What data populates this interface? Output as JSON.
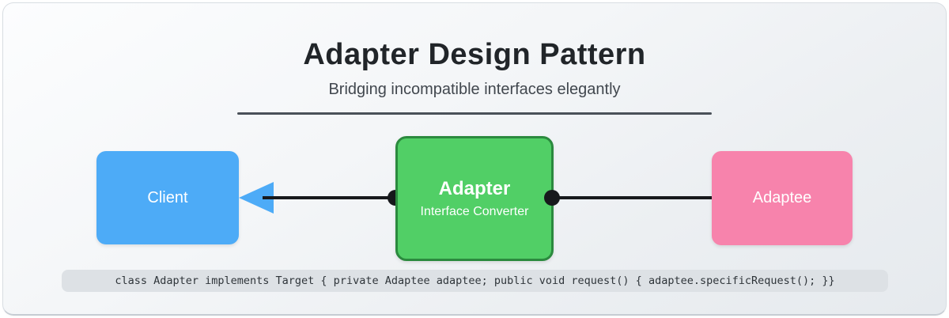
{
  "header": {
    "title": "Adapter Design Pattern",
    "subtitle": "Bridging incompatible interfaces elegantly"
  },
  "diagram": {
    "nodes": [
      {
        "id": "client",
        "label": "Client",
        "fill": "#4dabf7"
      },
      {
        "id": "adapter",
        "label": "Adapter",
        "sublabel": "Interface Converter",
        "fill": "#51cf66",
        "border": "#2b8a3e"
      },
      {
        "id": "adaptee",
        "label": "Adaptee",
        "fill": "#f783ac"
      }
    ],
    "edges": [
      {
        "from": "adapter",
        "to": "client",
        "style": "line-with-arrowhead-and-dot",
        "arrow_color": "#4dabf7"
      },
      {
        "from": "adapter",
        "to": "adaptee",
        "style": "line-with-dot"
      }
    ],
    "connector_color": "#17191c",
    "divider_color": "#4a5159"
  },
  "code": {
    "snippet": "class Adapter implements Target { private Adaptee adaptee; public void request() { adaptee.specificRequest(); }}",
    "background": "#dde1e5"
  }
}
